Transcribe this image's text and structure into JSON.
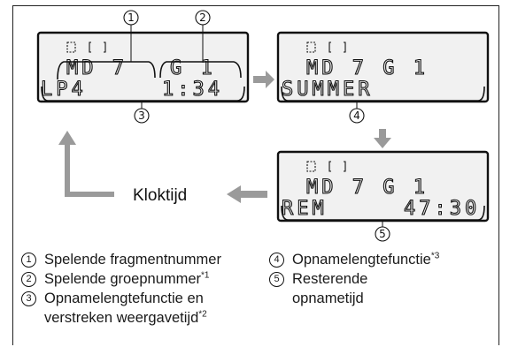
{
  "colors": {
    "lcd_bg": "#f1f1f1",
    "arrow": "#9a9a9a",
    "ink": "#111111"
  },
  "displays": {
    "d1": {
      "line1": "MD   7",
      "line1b": "G   1",
      "line2": "LP4",
      "line2b": "1:34"
    },
    "d2": {
      "line1": "MD   7  G   1",
      "line2": "SUMMER"
    },
    "d3": {
      "line1": "MD   7 G   1",
      "line2": "REM",
      "line2b": "47:30"
    }
  },
  "callouts": {
    "c1": "1",
    "c2": "2",
    "c3": "3",
    "c4": "4",
    "c5": "5"
  },
  "clock_label": "Kloktijd",
  "legend": [
    {
      "num": "1",
      "text": "Spelende fragmentnummer",
      "note": ""
    },
    {
      "num": "2",
      "text": "Spelende groepnummer",
      "note": "*1"
    },
    {
      "num": "3",
      "text": "Opnamelengtefunctie en",
      "note": ""
    },
    {
      "num": "",
      "text": "verstreken weergavetijd",
      "note": "*2"
    },
    {
      "num": "4",
      "text": "Opnamelengtefunctie",
      "note": "*3"
    },
    {
      "num": "5",
      "text": "Resterende",
      "note": ""
    },
    {
      "num": "",
      "text": "opnametijd",
      "note": ""
    }
  ]
}
